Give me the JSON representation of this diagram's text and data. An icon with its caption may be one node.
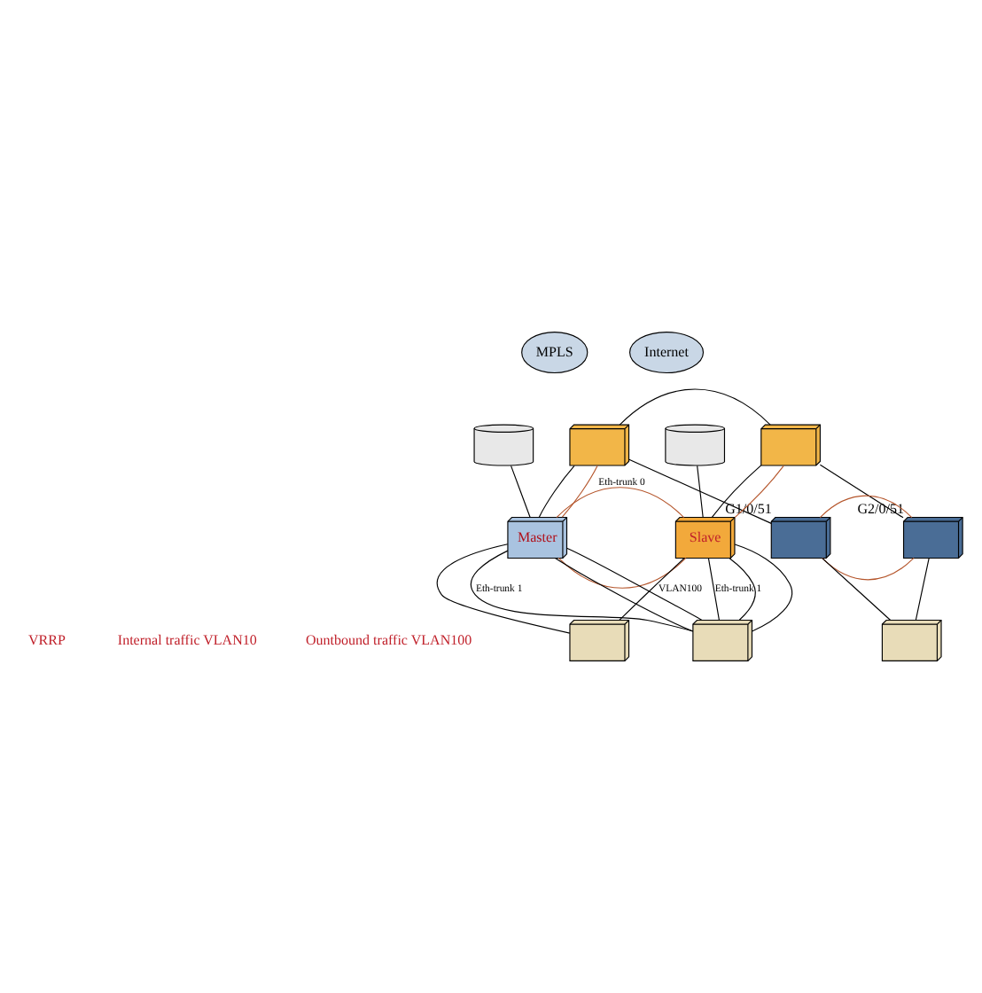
{
  "diagram": {
    "nodes": [
      {
        "text": [
          "MPLS"
        ]
      },
      {
        "text": [
          "Internet"
        ]
      },
      {
        "text": [],
        "shape": "cylinder"
      },
      {
        "text": [],
        "shape": "cylinder"
      },
      {
        "text": [],
        "shape": "box"
      },
      {
        "text": [],
        "shape": "box"
      },
      {
        "text": [
          "Master"
        ]
      },
      {
        "text": [
          "Slave"
        ]
      },
      {
        "text": [],
        "shape": "box",
        "beside": [
          "G1/0/51"
        ]
      },
      {
        "text": [],
        "shape": "box",
        "beside": [
          "G2/0/51"
        ]
      },
      {
        "text": [],
        "shape": "box"
      },
      {
        "text": [],
        "shape": "box"
      },
      {
        "text": [],
        "shape": "box"
      }
    ],
    "edges": [
      {
        "from": 2,
        "to": 6,
        "arrow": "none"
      },
      {
        "from": 3,
        "to": 7,
        "arrow": "none"
      },
      {
        "from": 4,
        "to": 5,
        "arrow": "none"
      },
      {
        "from": 4,
        "to": 6,
        "arrow": "none"
      },
      {
        "from": 4,
        "to": 6,
        "arrow": "none",
        "color": "#b5562c"
      },
      {
        "from": 5,
        "to": 7,
        "arrow": "none"
      },
      {
        "from": 5,
        "to": 7,
        "arrow": "none",
        "color": "#b5562c"
      },
      {
        "from": 4,
        "to": 8,
        "arrow": "none"
      },
      {
        "from": 5,
        "to": 9,
        "arrow": "none"
      },
      {
        "from": 6,
        "to": 7,
        "arrow": "none",
        "color": "#b5562c",
        "label": "Eth-trunk 0"
      },
      {
        "from": 6,
        "to": 7,
        "arrow": "none",
        "color": "#b5562c"
      },
      {
        "from": 8,
        "to": 9,
        "arrow": "none",
        "color": "#b5562c"
      },
      {
        "from": 8,
        "to": 9,
        "arrow": "none",
        "color": "#b5562c"
      },
      {
        "from": 6,
        "to": 10,
        "arrow": "none"
      },
      {
        "from": 7,
        "to": 10,
        "arrow": "none",
        "label": "VLAN100"
      },
      {
        "from": 6,
        "to": 11,
        "arrow": "none",
        "label": "Eth-trunk 1"
      },
      {
        "from": 6,
        "to": 11,
        "arrow": "none"
      },
      {
        "from": 6,
        "to": 11,
        "arrow": "none"
      },
      {
        "from": 7,
        "to": 11,
        "arrow": "none",
        "label": "Eth-trunk 1"
      },
      {
        "from": 7,
        "to": 11,
        "arrow": "none"
      },
      {
        "from": 7,
        "to": 11,
        "arrow": "none"
      },
      {
        "from": 8,
        "to": 12,
        "arrow": "none"
      },
      {
        "from": 9,
        "to": 12,
        "arrow": "none"
      }
    ],
    "labels": [
      "VRRP",
      "Internal traffic VLAN10",
      "Ountbound traffic VLAN100"
    ]
  }
}
